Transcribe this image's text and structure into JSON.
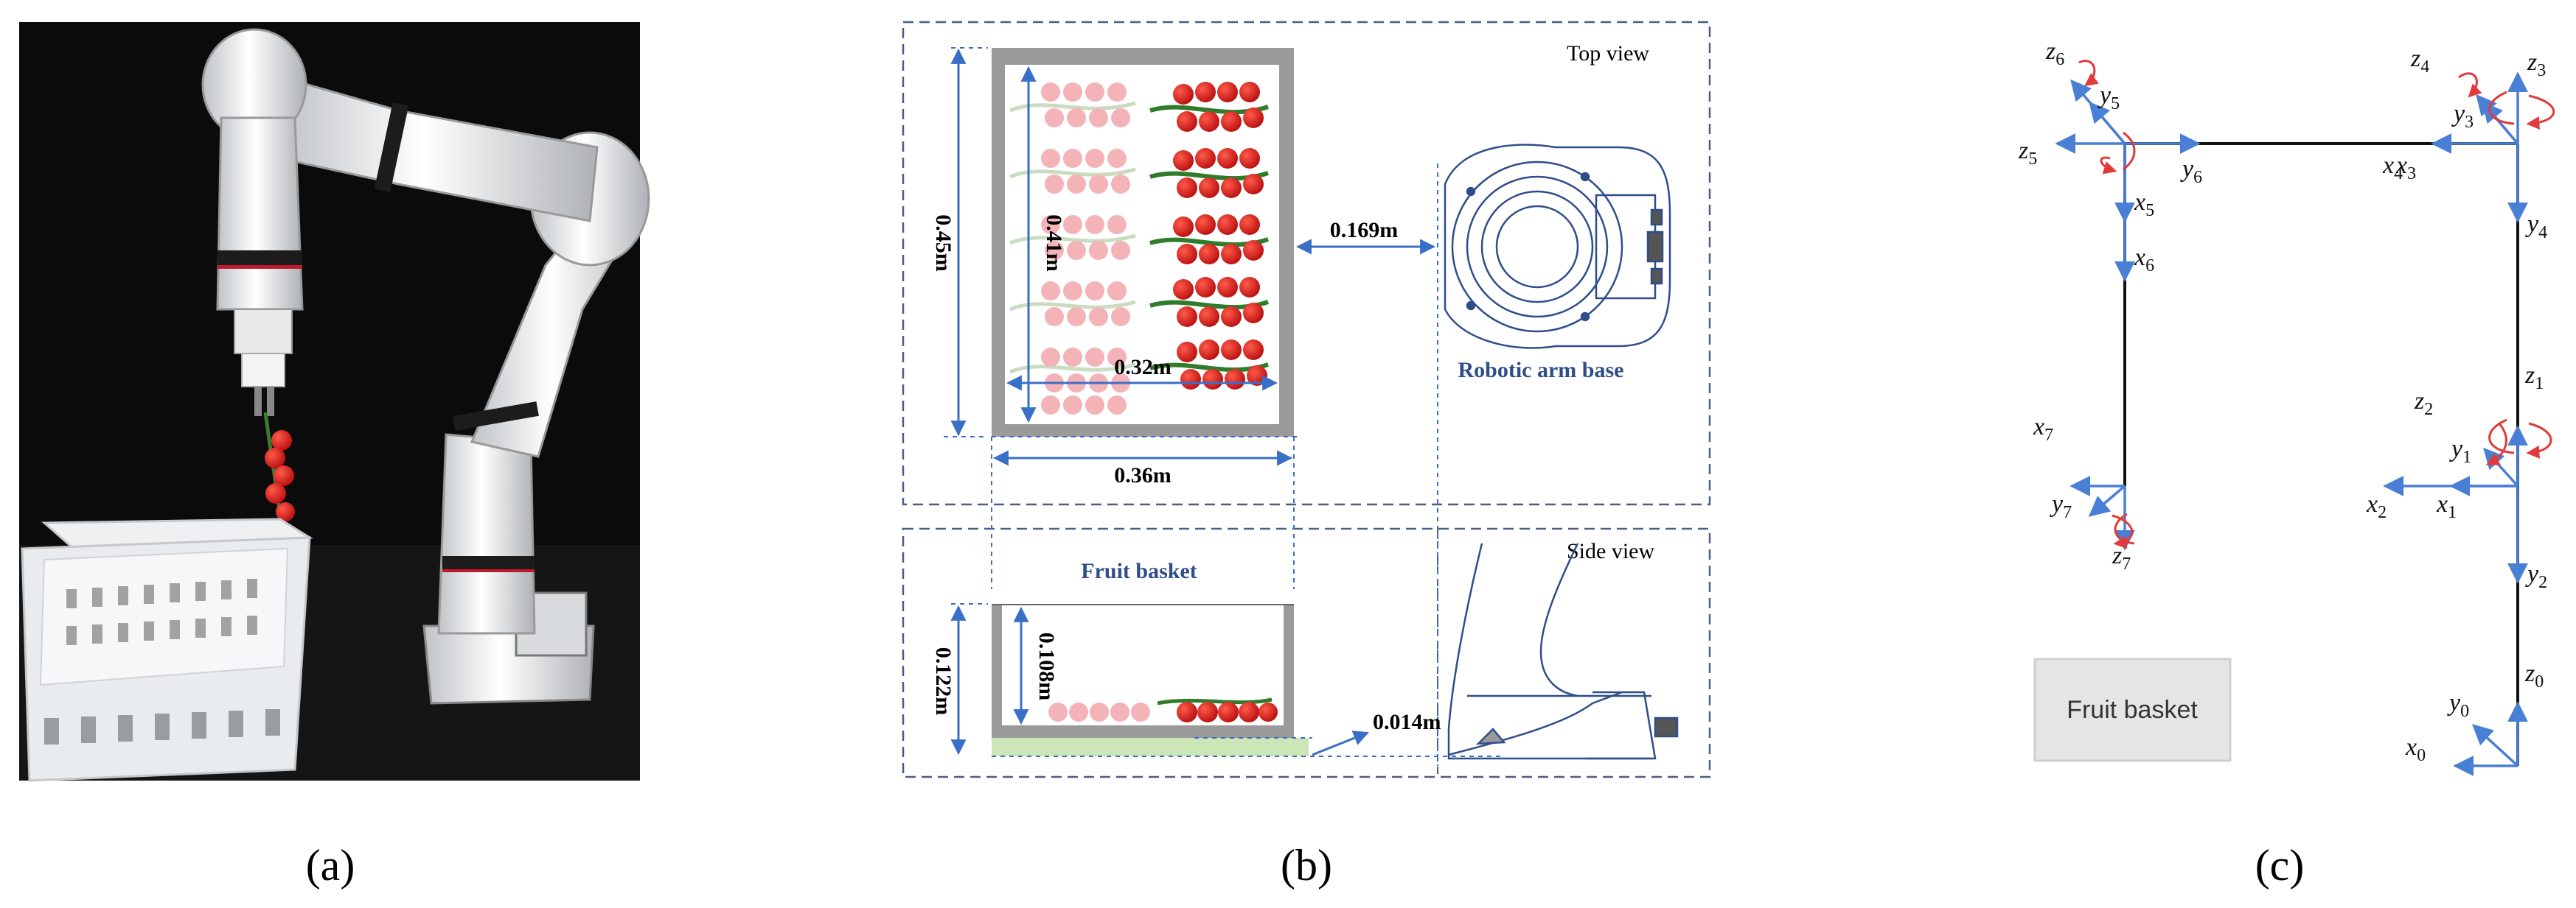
{
  "panels": {
    "a": {
      "caption": "(a)"
    },
    "b": {
      "caption": "(b)",
      "top_view_label": "Top view",
      "side_view_label": "Side view",
      "fruit_basket_label": "Fruit basket",
      "robotic_arm_base_label": "Robotic arm base",
      "dimensions": {
        "outer_length": "0.45m",
        "inner_length": "0.41m",
        "inner_width": "0.32m",
        "outer_width": "0.36m",
        "base_distance": "0.169m",
        "outer_height": "0.122m",
        "inner_height": "0.108m",
        "floor_offset": "0.014m"
      }
    },
    "c": {
      "caption": "(c)",
      "fruit_basket_label": "Fruit basket",
      "frame_labels": {
        "z0": "z0",
        "y0": "y0",
        "x0": "x0",
        "z1": "z1",
        "y1": "y1",
        "x1": "x1",
        "z2": "z2",
        "y2": "y2",
        "x2": "x2",
        "z3": "z3",
        "y3": "y3",
        "x3": "x3",
        "z4": "z4",
        "y4": "y4",
        "x4": "x4",
        "z5": "z5",
        "y5": "y5",
        "x5": "x5",
        "z6": "z6",
        "y6": "y6",
        "x6": "x6",
        "z7": "z7",
        "y7": "y7",
        "x7": "x7"
      }
    }
  },
  "colors": {
    "dim_blue": "#3a6fc8",
    "frame_dashed": "#4a5f86",
    "label_blue": "#2e4d8a",
    "axis_blue": "#4a7fd6",
    "rotation_red": "#e03a3a",
    "basket_gray": "#9a9a9a",
    "tomato_red": "#d81e1e",
    "pink_tomato": "#f4b3b6",
    "vine_green": "#2f7d2a",
    "pale_vine": "#c9dcc0",
    "floor_green": "#cde6b8",
    "photo_bg": "#0a0a0a"
  }
}
